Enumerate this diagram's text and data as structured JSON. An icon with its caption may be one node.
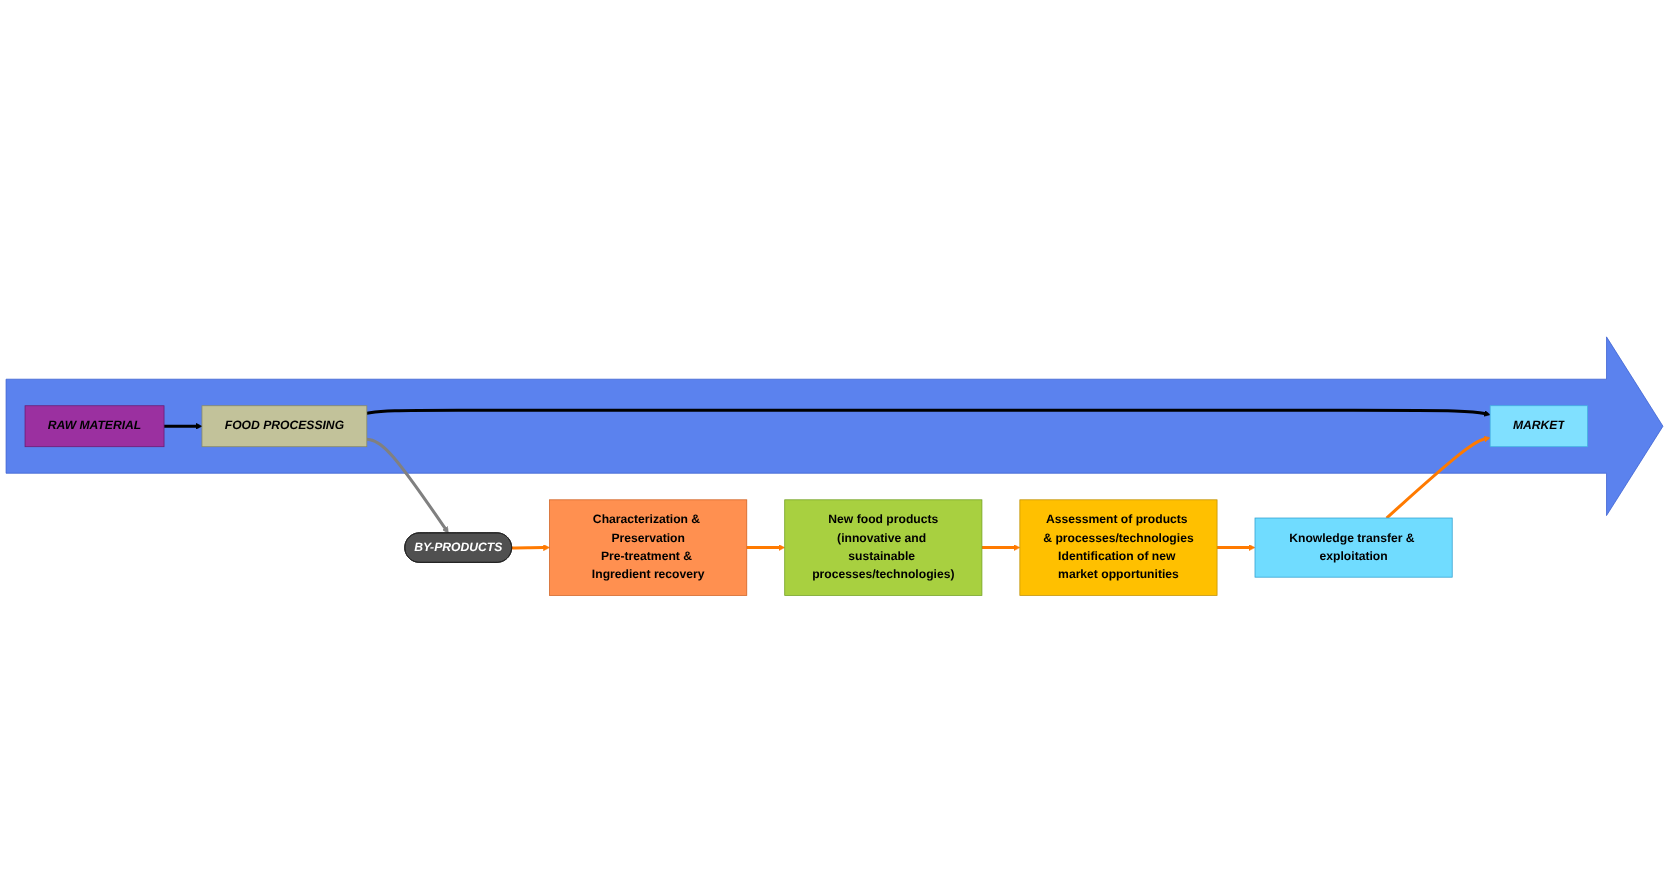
{
  "diagram": {
    "nodes": [
      {
        "text": [],
        "shape": "arrow"
      },
      {
        "text": [
          "RAW MATERIAL"
        ],
        "in": 0
      },
      {
        "text": [
          "FOOD PROCESSING"
        ],
        "in": 0
      },
      {
        "text": [
          "MARKET"
        ],
        "in": 0
      },
      {
        "text": [
          "BY-PRODUCTS"
        ]
      },
      {
        "text": [
          "Characterization & Preservation",
          "Pre-treatment & Ingredient recovery"
        ]
      },
      {
        "text": [
          "New food products",
          "(innovative and sustainable processes/technologies)"
        ]
      },
      {
        "text": [
          "Assessment of products & processes/technologies",
          "Identification of new market opportunities"
        ]
      },
      {
        "text": [
          "Knowledge transfer & exploitation"
        ]
      }
    ],
    "edges": [
      {
        "from": 1,
        "to": 2,
        "arrow": "to",
        "color": "#000000"
      },
      {
        "from": 2,
        "to": 3,
        "arrow": "to",
        "color": "#000000"
      },
      {
        "from": 2,
        "to": 4,
        "arrow": "to",
        "color": "#808080"
      },
      {
        "from": 4,
        "to": 5,
        "arrow": "to"
      },
      {
        "from": 5,
        "to": 6,
        "arrow": "to"
      },
      {
        "from": 6,
        "to": 7,
        "arrow": "to"
      },
      {
        "from": 7,
        "to": 8,
        "arrow": "to"
      },
      {
        "from": 8,
        "to": 3,
        "arrow": "to"
      }
    ]
  }
}
